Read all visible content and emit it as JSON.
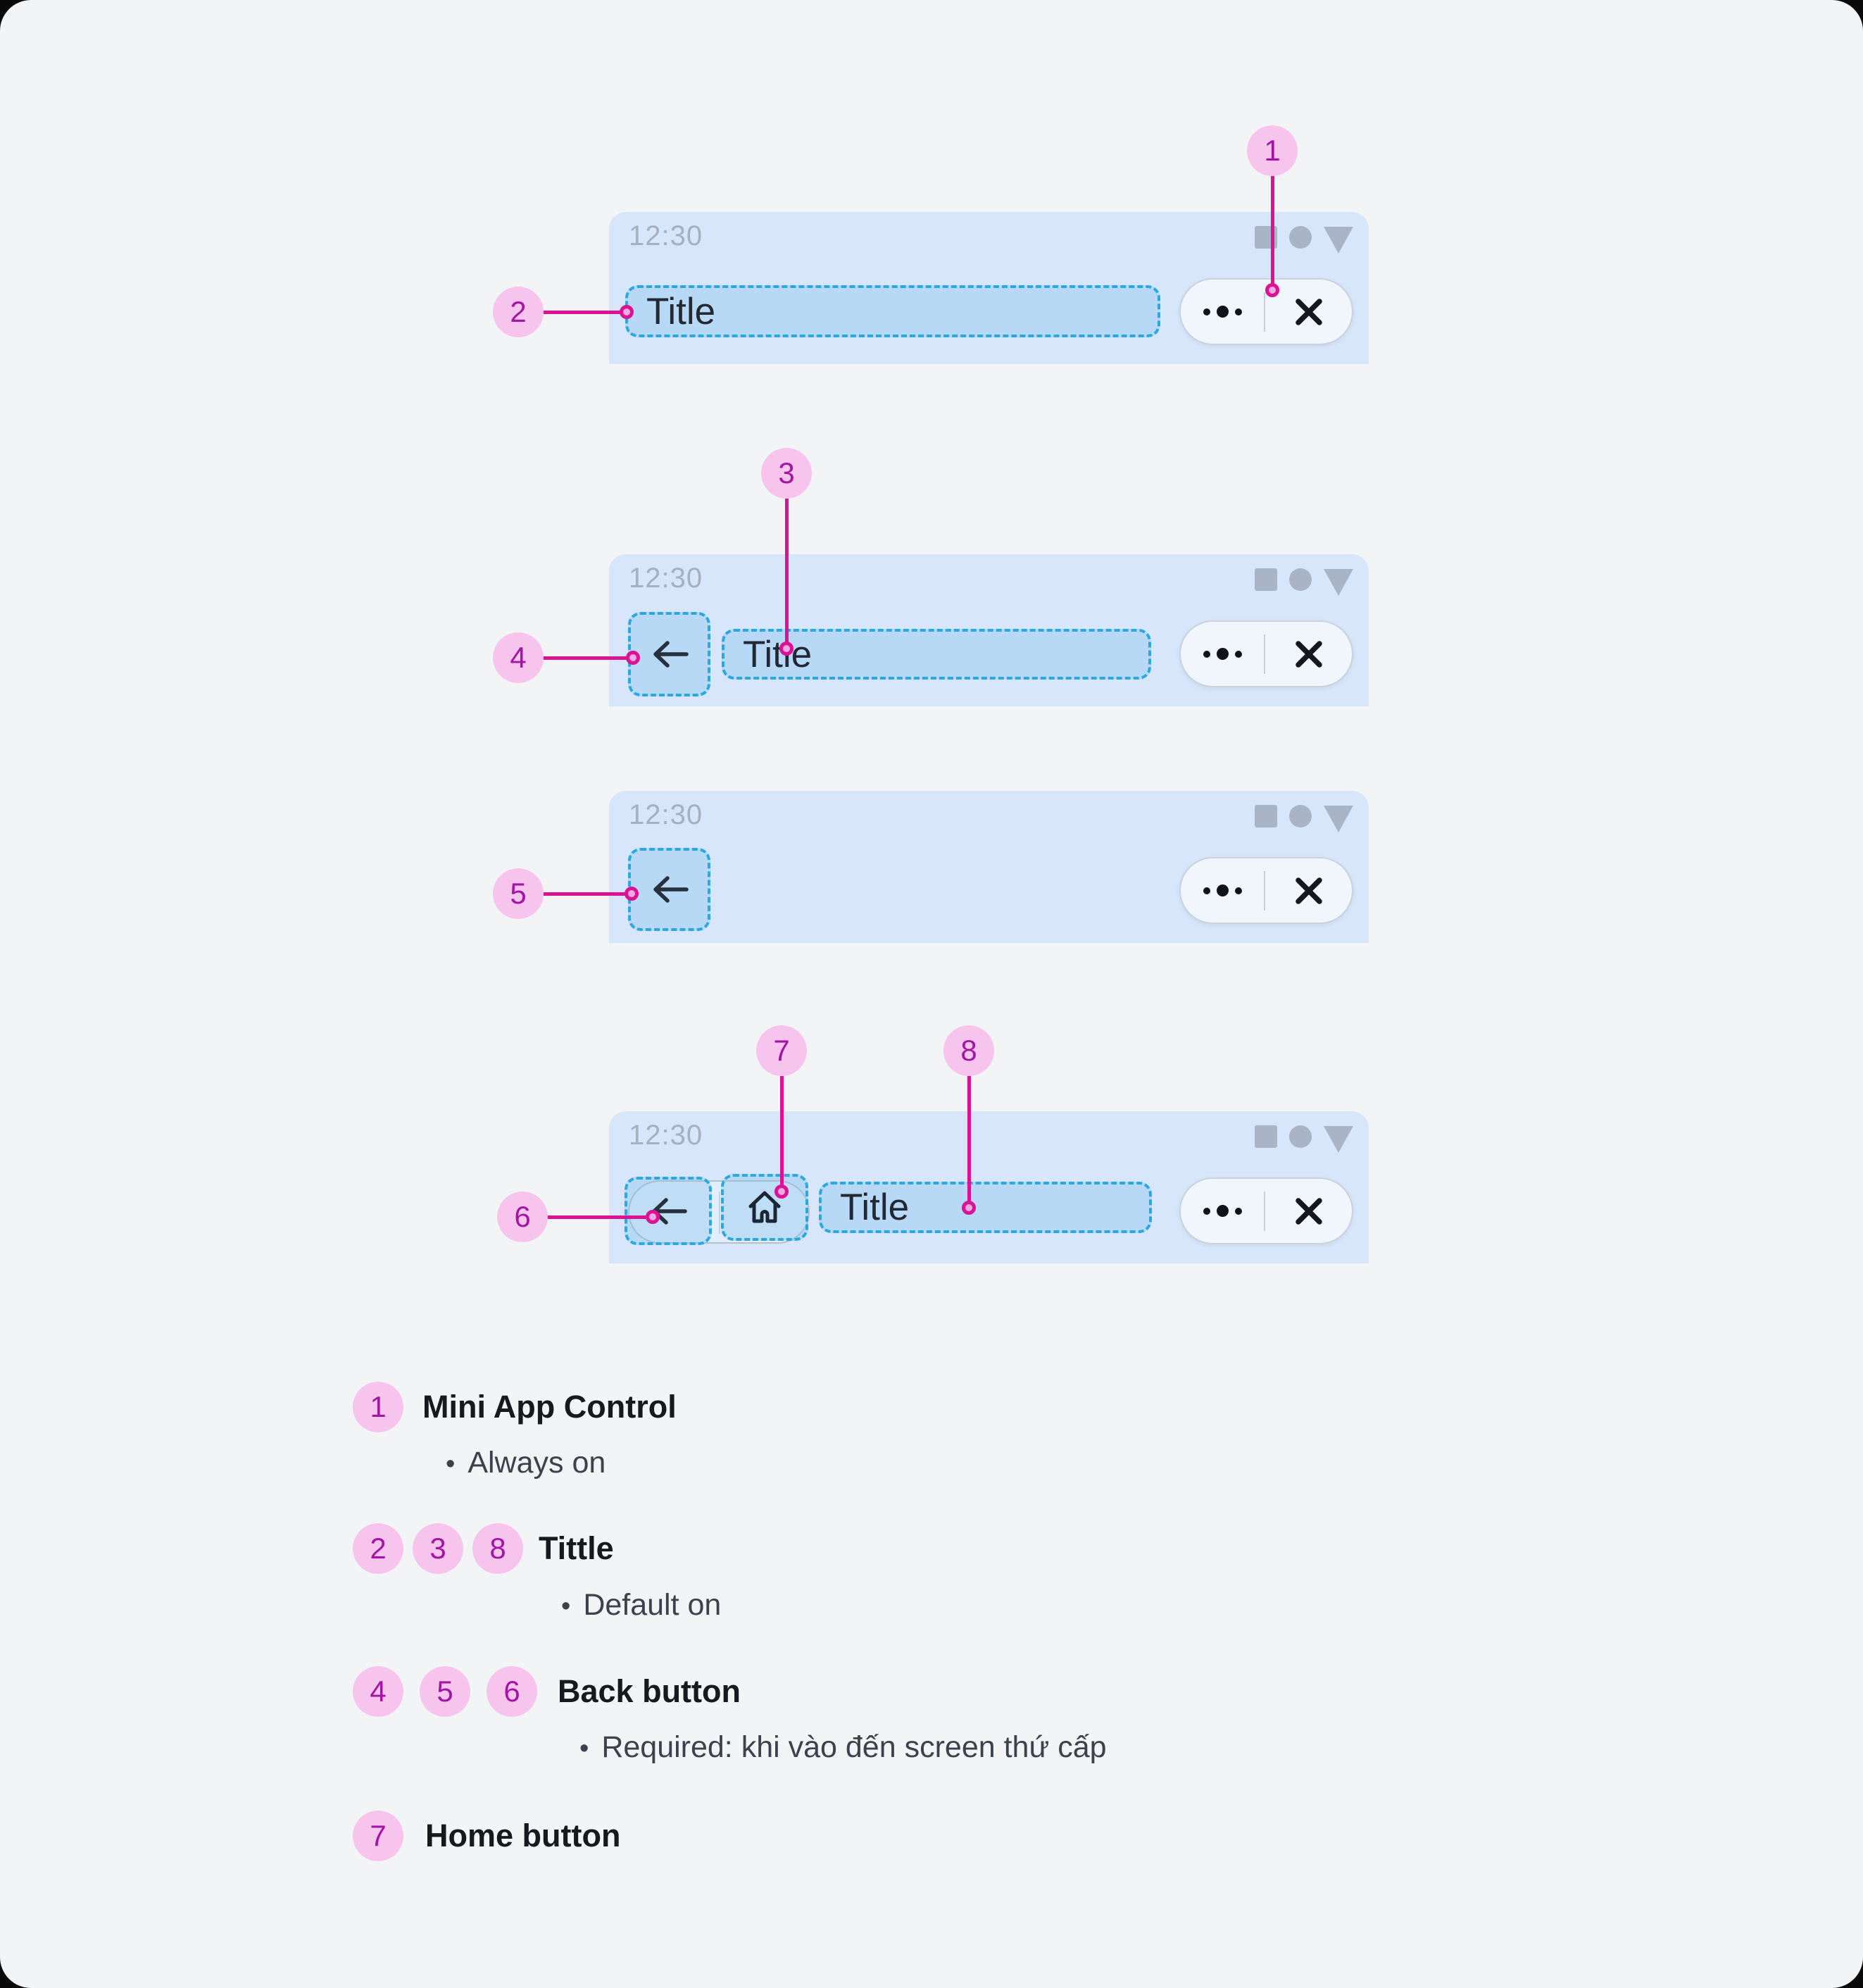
{
  "canvas": {
    "background": "#F3F4F6"
  },
  "colors": {
    "header_background": "#D7E6FA",
    "dashed_outline": "#2BA9DE",
    "dashed_fill": "#C9E1F7",
    "control_pill_background": "#F1F6FD",
    "control_pill_border": "#CBD2DB",
    "status_icon": "#A9B4C6",
    "time_text": "#A6B0BF",
    "title_text": "#222834",
    "dark_icon": "#1B2634",
    "annotation_pink_line": "#DC1295",
    "annotation_badge_fill": "#F7C4EE",
    "annotation_badge_text": "#A315A3",
    "legend_heading_text": "#17191F",
    "legend_bullet_text": "#3C414C"
  },
  "headers": [
    {
      "time": "12:30",
      "title": "Title"
    },
    {
      "time": "12:30",
      "title": "Title"
    },
    {
      "time": "12:30"
    },
    {
      "time": "12:30",
      "title": "Title"
    }
  ],
  "callouts": [
    {
      "num": "1"
    },
    {
      "num": "2"
    },
    {
      "num": "3"
    },
    {
      "num": "4"
    },
    {
      "num": "5"
    },
    {
      "num": "6"
    },
    {
      "num": "7"
    },
    {
      "num": "8"
    }
  ],
  "legend": {
    "bullet_char": "•",
    "rows": [
      {
        "badges": [
          "1"
        ],
        "label": "Mini App Control",
        "bullet": "Always on"
      },
      {
        "badges": [
          "2",
          "3",
          "8"
        ],
        "label": "Tittle",
        "bullet": "Default on"
      },
      {
        "badges": [
          "4",
          "5",
          "6"
        ],
        "label": "Back button",
        "bullet": "Required: khi vào đến screen thứ cấp"
      },
      {
        "badges": [
          "7"
        ],
        "label": "Home button"
      }
    ]
  }
}
